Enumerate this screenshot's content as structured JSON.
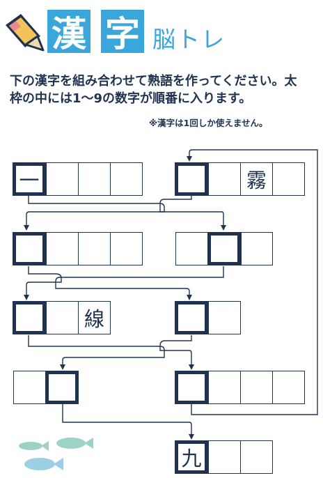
{
  "header": {
    "title_chars": [
      "漢",
      "字"
    ],
    "subtitle": "脳トレ",
    "pencil_icon": "pencil-icon"
  },
  "instructions": "下の漢字を組み合わせて熟語を作ってください。太枠の中には1～9の数字が順番に入ります。",
  "note": "※漢字は1回しか使えません。",
  "puzzle": {
    "rows": [
      {
        "left": [
          "一",
          "",
          "",
          ""
        ],
        "right": [
          "",
          "",
          "霧",
          ""
        ]
      },
      {
        "left": [
          "",
          "",
          "",
          ""
        ],
        "right": [
          "",
          "",
          ""
        ]
      },
      {
        "left": [
          "",
          "",
          "線"
        ],
        "right": [
          "",
          ""
        ]
      },
      {
        "left": [
          "",
          ""
        ],
        "right": [
          "",
          "",
          "",
          ""
        ]
      },
      {
        "right": [
          "九",
          "",
          ""
        ]
      }
    ]
  },
  "colors": {
    "accent": "#39a6dc",
    "ink": "#1f3350",
    "fish_green": "#9dd3c6",
    "fish_blue": "#9ccfe3"
  },
  "decorations": [
    "fish-icon",
    "fish-icon",
    "fish-icon"
  ]
}
